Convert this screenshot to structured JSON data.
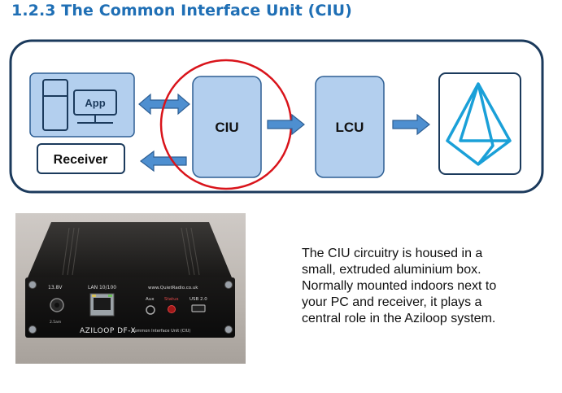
{
  "section": {
    "heading": "1.2.3 The Common Interface Unit (CIU)"
  },
  "diagram": {
    "app_label": "App",
    "receiver_label": "Receiver",
    "ciu_label": "CIU",
    "lcu_label": "LCU",
    "colors": {
      "outline": "#1b3a5c",
      "box_fill": "#b3cfee",
      "box_stroke": "#2e5f94",
      "arrow": "#4e8fd0",
      "highlight_circle": "#d9141b",
      "antenna": "#1aa0d8"
    },
    "icons": [
      "pc-tower-icon",
      "monitor-icon",
      "antenna-icon"
    ]
  },
  "photo": {
    "label_voltage": "13.8V",
    "label_lan": "LAN 10/100",
    "label_url": "www.QuietRadio.co.uk",
    "label_aux": "Aux",
    "label_status": "Status",
    "label_usb": "USB 2.0",
    "label_product": "AZILOOP DF-X",
    "label_subtitle": "Common Interface Unit (CIU)",
    "label_amps": "2.5am"
  },
  "description": {
    "lines": [
      "The CIU circuitry is housed in a",
      "small, extruded aluminium box.",
      "Normally mounted indoors next to",
      "your PC and receiver, it plays a",
      "central role in the Aziloop system."
    ]
  }
}
